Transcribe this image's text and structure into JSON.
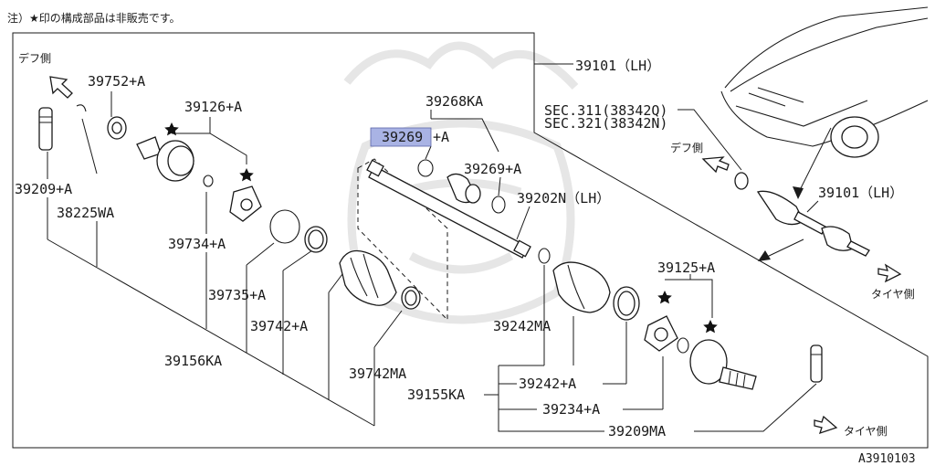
{
  "note": "注）★印の構成部品は非販売です。",
  "diagram_code": "A3910103",
  "directions": {
    "diff_side": "デフ側",
    "tire_side": "タイヤ側"
  },
  "labels": {
    "p39101_lh_top": "39101（LH）",
    "sec": "SEC.311(38342Q)",
    "sec2": "SEC.321(38342N)",
    "p39752": "39752+A",
    "p39126": "39126+A",
    "p39268": "39268KA",
    "p39269_hl": "39269",
    "p39269_hl_suffix": "+A",
    "p39269": "39269+A",
    "p39209a": "39209+A",
    "p38225": "38225WA",
    "p39202": "39202N（LH）",
    "p39101_lh": "39101（LH）",
    "p39734": "39734+A",
    "p39735": "39735+A",
    "p39742a": "39742+A",
    "p39242ma": "39242MA",
    "p39125": "39125+A",
    "p39156": "39156KA",
    "p39742ma": "39742MA",
    "p39242a": "39242+A",
    "p39155": "39155KA",
    "p39234": "39234+A",
    "p39209ma": "39209MA"
  },
  "colors": {
    "highlight": "#a9b3e4",
    "ink": "#1a1a1a"
  }
}
